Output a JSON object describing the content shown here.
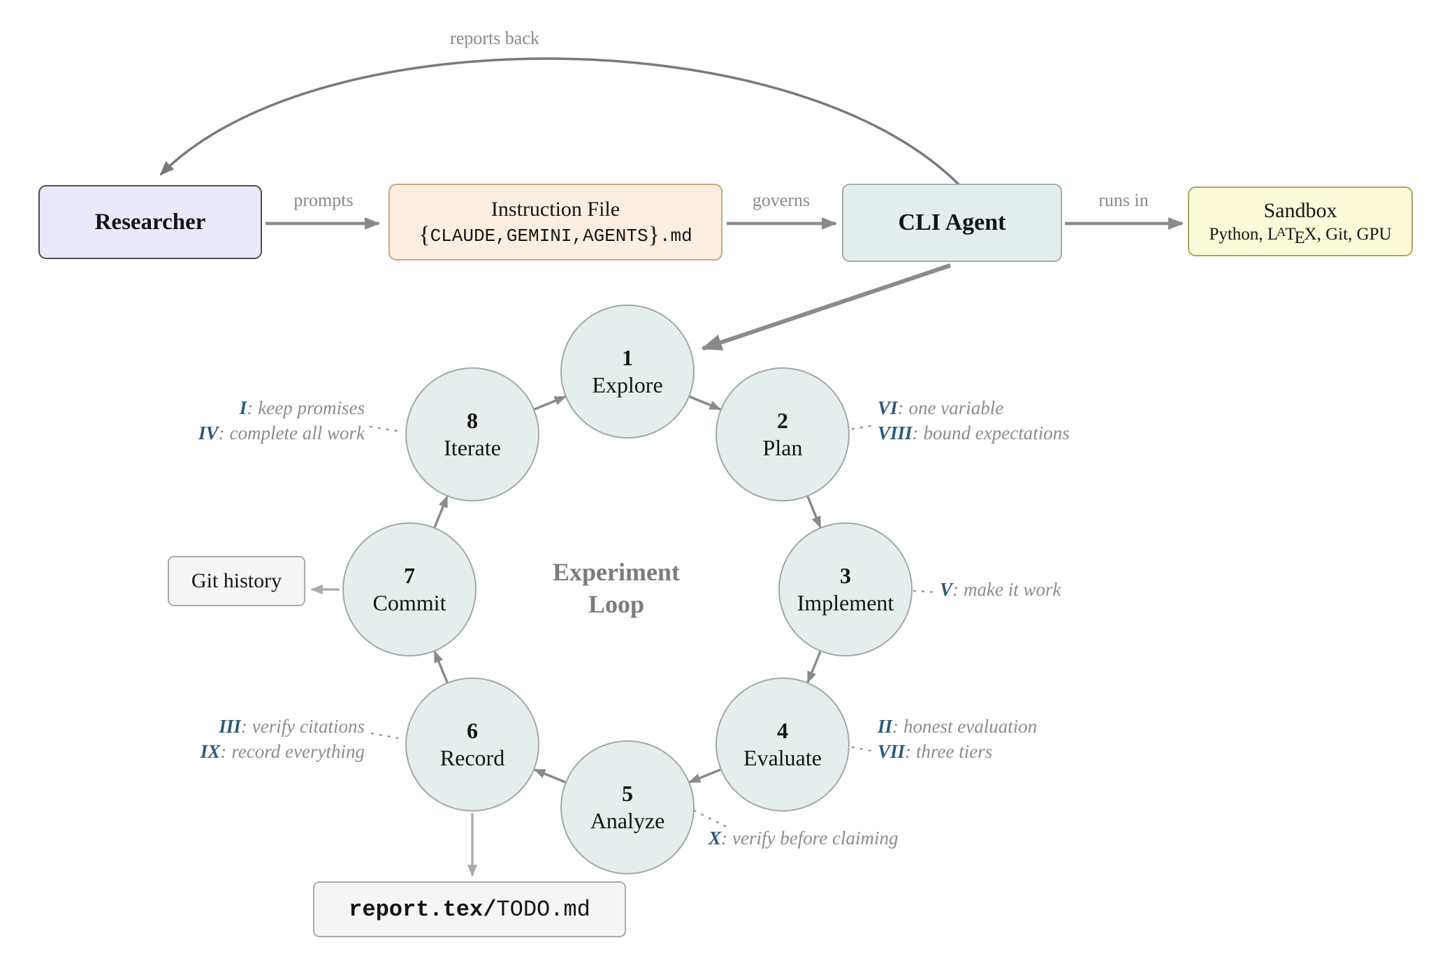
{
  "reports_back_label": "reports back",
  "top_row": {
    "researcher_label": "Researcher",
    "prompts_label": "prompts",
    "instruction_title": "Instruction File",
    "instruction_brace_open": "{",
    "instruction_files": "CLAUDE,GEMINI,AGENTS",
    "instruction_brace_close": "}",
    "instruction_ext": ".md",
    "governs_label": "governs",
    "cli_agent_label": "CLI Agent",
    "runs_in_label": "runs in",
    "sandbox_title": "Sandbox",
    "sandbox_sub_pre": "Python, L",
    "sandbox_sub_a": "A",
    "sandbox_sub_t": "T",
    "sandbox_sub_e": "E",
    "sandbox_sub_x": "X",
    "sandbox_sub_post": ", Git, GPU"
  },
  "loop": {
    "title_line1": "Experiment",
    "title_line2": "Loop",
    "nodes": [
      {
        "num": "1",
        "label": "Explore"
      },
      {
        "num": "2",
        "label": "Plan"
      },
      {
        "num": "3",
        "label": "Implement"
      },
      {
        "num": "4",
        "label": "Evaluate"
      },
      {
        "num": "5",
        "label": "Analyze"
      },
      {
        "num": "6",
        "label": "Record"
      },
      {
        "num": "7",
        "label": "Commit"
      },
      {
        "num": "8",
        "label": "Iterate"
      }
    ]
  },
  "annotations": {
    "separator": ":",
    "iterate": [
      {
        "numeral": "I",
        "text": "keep promises"
      },
      {
        "numeral": "IV",
        "text": "complete all work"
      }
    ],
    "plan": [
      {
        "numeral": "VI",
        "text": "one variable"
      },
      {
        "numeral": "VIII",
        "text": "bound expectations"
      }
    ],
    "implement": [
      {
        "numeral": "V",
        "text": "make it work"
      }
    ],
    "evaluate": [
      {
        "numeral": "II",
        "text": "honest evaluation"
      },
      {
        "numeral": "VII",
        "text": "three tiers"
      }
    ],
    "record": [
      {
        "numeral": "III",
        "text": "verify citations"
      },
      {
        "numeral": "IX",
        "text": "record everything"
      }
    ],
    "analyze": [
      {
        "numeral": "X",
        "text": "verify before claiming"
      }
    ]
  },
  "artifacts": {
    "git_history_label": "Git history",
    "report_strong": "report.tex/",
    "report_normal": "TODO.md"
  },
  "colors": {
    "node_fill": "#E5EEED",
    "node_border": "#9FA9A9",
    "researcher_fill": "#E9E9F9",
    "researcher_border": "#4F4F4F",
    "instruction_fill": "#FBEFE1",
    "instruction_border": "#C9A87C",
    "cli_fill": "#E3EDED",
    "cli_border": "#9FB0B0",
    "sandbox_fill": "#FBFBDA",
    "sandbox_border": "#A6A65E",
    "artifact_fill": "#F5F5F5",
    "artifact_border": "#ABABAB",
    "arrow_gray": "#8A8A8A",
    "arrow_light": "#ABABAB",
    "numeral_blue": "#2B5B77",
    "annotation_gray": "#8C8C8C",
    "loop_title_gray": "#7C7C7C"
  }
}
